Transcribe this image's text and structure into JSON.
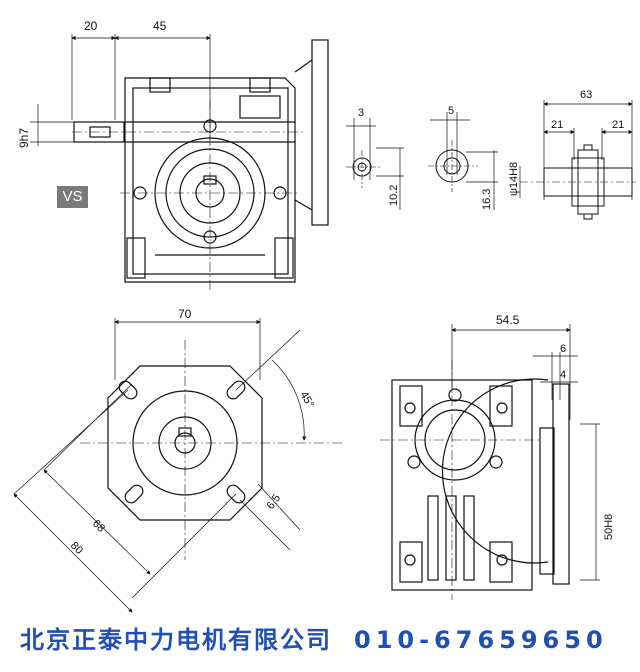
{
  "badge": "VS",
  "footer": {
    "company": "北京正泰中力电机有限公司",
    "phone": "010-67659650"
  },
  "dims": {
    "d20": "20",
    "d45": "45",
    "shaft_fit": "9h7",
    "d3": "3",
    "d10_2": "10.2",
    "d5": "5",
    "d16_3": "16.3",
    "d63": "63",
    "d21a": "21",
    "d21b": "21",
    "bore_fit": "ψ14H8",
    "d70": "70",
    "angle": "45°",
    "d68": "68",
    "d80": "80",
    "d6_5": "6.5",
    "d54_5": "54.5",
    "d6": "6",
    "d4": "4",
    "d50h8": "50H8"
  }
}
